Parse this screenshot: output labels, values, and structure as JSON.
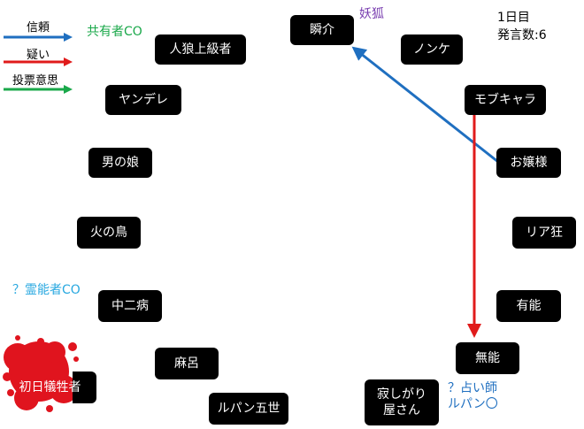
{
  "status": {
    "day": "1日目",
    "statements": "発言数:6"
  },
  "legend": [
    {
      "label": "信頼",
      "color": "#1f6fc0"
    },
    {
      "label": "疑い",
      "color": "#e01b1b"
    },
    {
      "label": "投票意思",
      "color": "#1aa84a"
    }
  ],
  "nodes": {
    "shunsuke": "瞬介",
    "nonke": "ノンケ",
    "jinrou": "人狼上級者",
    "yandere": "ヤンデレ",
    "mobu": "モブキャラ",
    "otoko": "男の娘",
    "ojou": "お嬢様",
    "hinotori": "火の鳥",
    "riajuu": "リア狂",
    "chuuni": "中二病",
    "yuunou": "有能",
    "maro": "麻呂",
    "munou": "無能",
    "shonichi": "初日犠牲者",
    "lupin": "ルパン五世",
    "sabishi": "寂しがり\n屋さん"
  },
  "annotations": {
    "youko": "妖狐",
    "kyouyuu": "共有者CO",
    "reinou": "？霊能者CO",
    "uranai": "？占い師\nルパン〇"
  },
  "colors": {
    "trust": "#1f6fc0",
    "doubt": "#e01b1b",
    "vote": "#1aa84a",
    "purple": "#7a3fb0",
    "green": "#1aa84a",
    "cyan": "#28a8e0",
    "blood": "#e0141e"
  }
}
